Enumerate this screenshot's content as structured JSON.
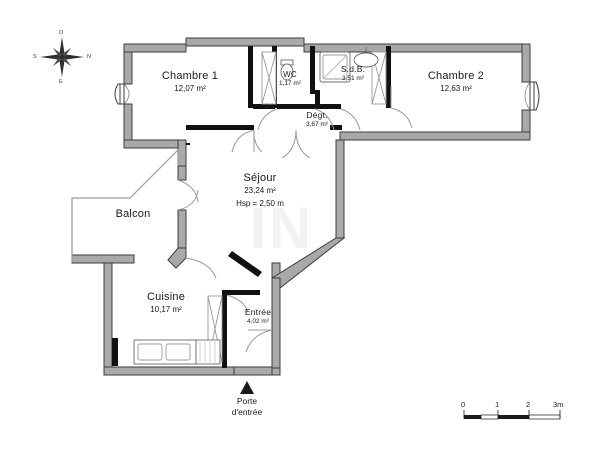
{
  "document": {
    "type": "floor-plan",
    "watermark": "IN"
  },
  "compass": {
    "name": "compass-rose",
    "north_label": "N",
    "top_label": "O",
    "right_label": "N",
    "bottom_label": "E",
    "left_label": "S"
  },
  "rooms": [
    {
      "key": "chambre1",
      "name": "Chambre 1",
      "area": "12,07 m²"
    },
    {
      "key": "wc",
      "name": "WC",
      "area": "1,17 m²"
    },
    {
      "key": "sdb",
      "name": "S.d.B.",
      "area": "3,51 m²"
    },
    {
      "key": "chambre2",
      "name": "Chambre 2",
      "area": "12,63 m²"
    },
    {
      "key": "degt",
      "name": "Dégt.",
      "area": "3,67 m²"
    },
    {
      "key": "sejour",
      "name": "Séjour",
      "area": "23,24 m²",
      "hsp": "Hsp = 2,50 m"
    },
    {
      "key": "balcon",
      "name": "Balcon",
      "area": ""
    },
    {
      "key": "cuisine",
      "name": "Cuisine",
      "area": "10,17 m²"
    },
    {
      "key": "entree",
      "name": "Entrée",
      "area": "4,02 m²"
    }
  ],
  "annotations": {
    "entry_door_line1": "Porte",
    "entry_door_line2": "d'entrée"
  },
  "scale_bar": {
    "ticks": [
      "0",
      "1",
      "2",
      "3m"
    ]
  },
  "colors": {
    "wall_fill": "#a9a9a9",
    "wall_stroke": "#3d3d3d",
    "thin_wall": "#111111",
    "text": "#1a1a1a",
    "background": "#ffffff",
    "watermark": "#f2f2f2"
  }
}
